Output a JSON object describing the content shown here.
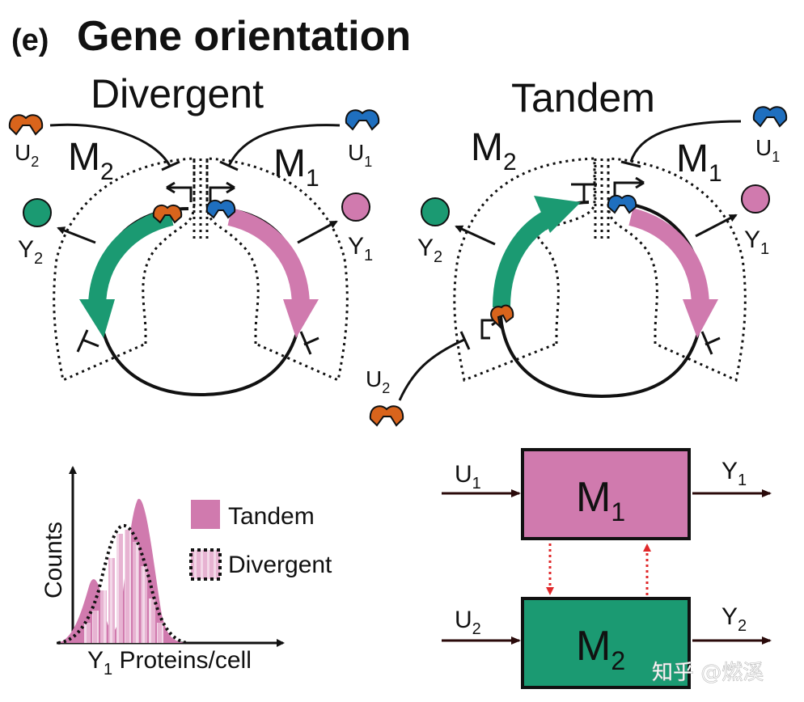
{
  "panel": {
    "label": "(e)",
    "title": "Gene orientation"
  },
  "divergent": {
    "title": "Divergent",
    "m2": "M",
    "m2_sub": "2",
    "m1": "M",
    "m1_sub": "1",
    "u2": "U",
    "u2_sub": "2",
    "u1": "U",
    "u1_sub": "1",
    "y2": "Y",
    "y2_sub": "2",
    "y1": "Y",
    "y1_sub": "1"
  },
  "tandem": {
    "title": "Tandem",
    "m2": "M",
    "m2_sub": "2",
    "m1": "M",
    "m1_sub": "1",
    "u1": "U",
    "u1_sub": "1",
    "u2": "U",
    "u2_sub": "2",
    "y2": "Y",
    "y2_sub": "2",
    "y1": "Y",
    "y1_sub": "1"
  },
  "histogram": {
    "ylabel": "Counts",
    "xlabel_main": "Y",
    "xlabel_sub": "1",
    "xlabel_rest": " Proteins/cell",
    "legend": [
      {
        "label": "Tandem",
        "color": "#d07aae"
      },
      {
        "label": "Divergent",
        "color": "#d07aae"
      }
    ]
  },
  "blocks": {
    "m1": "M",
    "m1_sub": "1",
    "m2": "M",
    "m2_sub": "2",
    "u1": "U",
    "u1_sub": "1",
    "u2": "U",
    "u2_sub": "2",
    "y1": "Y",
    "y1_sub": "1",
    "y2": "Y",
    "y2_sub": "2"
  },
  "colors": {
    "pink": "#d07aae",
    "green": "#1b9a72",
    "orange": "#d9641c",
    "blue": "#1f6fbf",
    "red_dotted": "#e0282a",
    "dark": "#2a0a0a"
  },
  "watermark": "知乎 @燃溪"
}
